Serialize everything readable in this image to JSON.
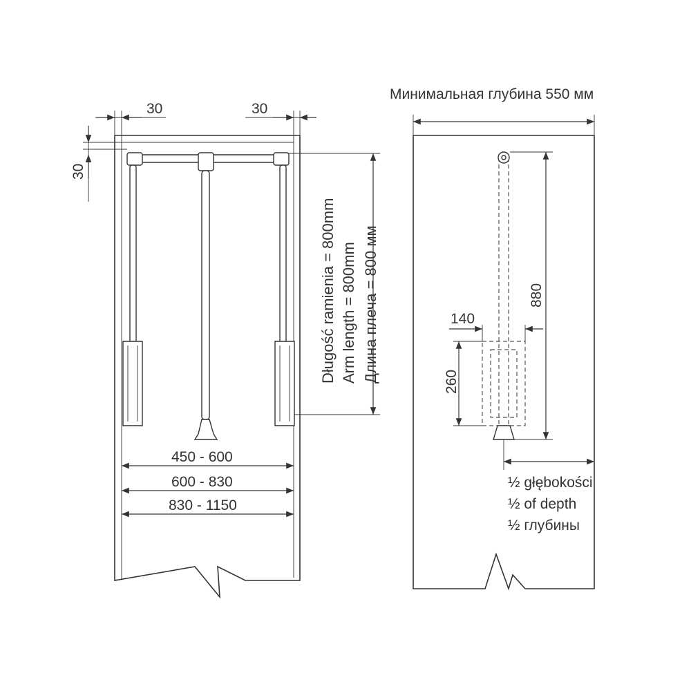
{
  "front_view": {
    "dim_top_left": "30",
    "dim_top_right": "30",
    "dim_side": "30",
    "arm_length_pl": "Długość ramienia = 800mm",
    "arm_length_en": "Arm length = 800mm",
    "arm_length_ru": "Длина плеча = 800 мм",
    "width_range_1": "450 - 600",
    "width_range_2": "600 - 830",
    "width_range_3": "830 - 1150"
  },
  "side_view": {
    "min_depth_title": "Минимальная глубина 550 мм",
    "dim_height": "880",
    "dim_width": "140",
    "dim_basket_height": "260",
    "half_depth_pl": "½ głębokości",
    "half_depth_en": "½ of depth",
    "half_depth_ru": "½ глубины"
  }
}
